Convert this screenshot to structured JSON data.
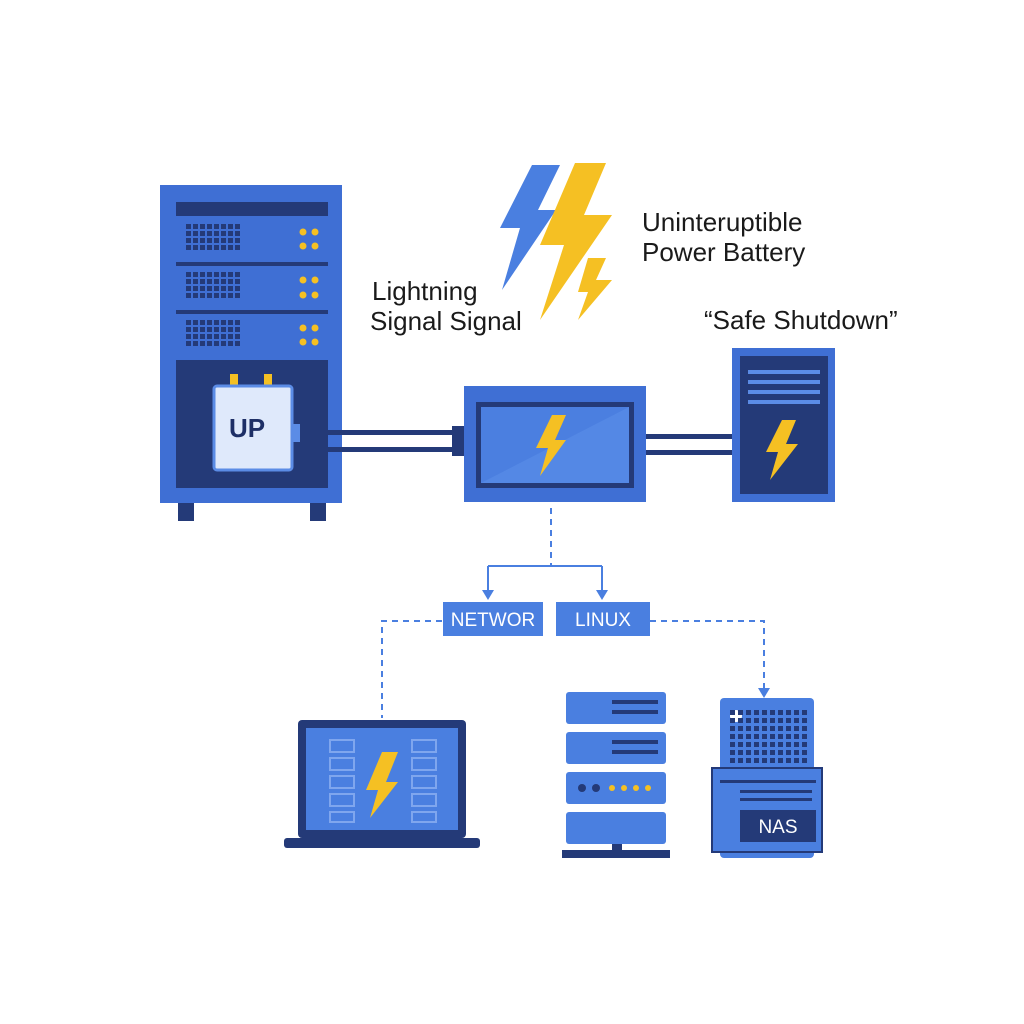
{
  "labels": {
    "ups_title_line1": "Uninteruptible",
    "ups_title_line2": "Power Battery",
    "lightning_line1": "Lightning",
    "lightning_line2": "Signal Signal",
    "safe_shutdown": "“Safe Shutdown”",
    "ups_badge": "UP",
    "network_box": "NETWOR",
    "linux_box": "LINUX",
    "nas_badge": "NAS"
  },
  "colors": {
    "blue_main": "#3f6fd4",
    "blue_light": "#5b8ce6",
    "navy": "#243a78",
    "navy_dark": "#1e2f66",
    "yellow": "#f5c023",
    "white": "#ffffff"
  },
  "icons": [
    "lightning-bolt-icon",
    "server-rack-icon",
    "battery-icon",
    "monitor-icon",
    "laptop-icon",
    "nas-icon"
  ]
}
